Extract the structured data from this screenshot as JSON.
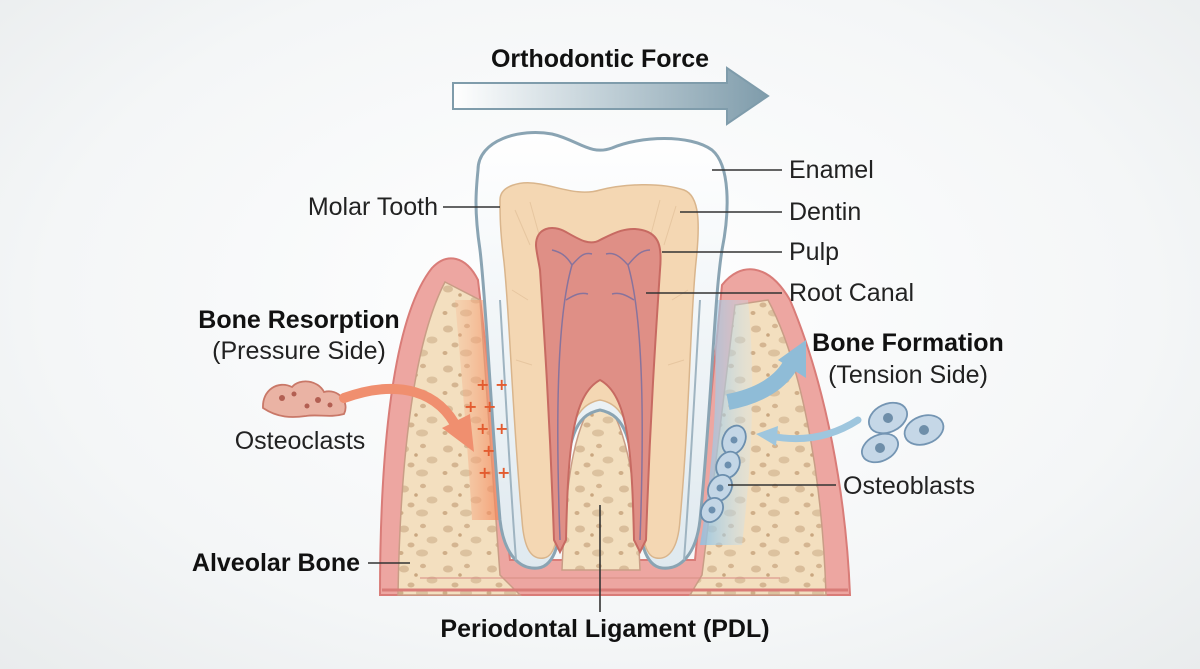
{
  "diagram": {
    "force": "Orthodontic Force",
    "labels": {
      "molar_tooth": "Molar Tooth",
      "enamel": "Enamel",
      "dentin": "Dentin",
      "pulp": "Pulp",
      "root_canal": "Root Canal",
      "bone_resorption": "Bone Resorption",
      "pressure_side": "(Pressure Side)",
      "osteoclasts": "Osteoclasts",
      "bone_formation": "Bone Formation",
      "tension_side": "(Tension Side)",
      "osteoblasts": "Osteoblasts",
      "alveolar_bone": "Alveolar Bone",
      "pdl": "Periodontal Ligament (PDL)"
    },
    "colors": {
      "enamel": "#f3f8fb",
      "dentin": "#f4d7b3",
      "pulp": "#df8f86",
      "gum": "#eda6a1",
      "bone": "#f3dfbf",
      "pressure": "#f48a5e",
      "tension": "#9fcbe6",
      "arrow": "#8fa9b6"
    }
  }
}
